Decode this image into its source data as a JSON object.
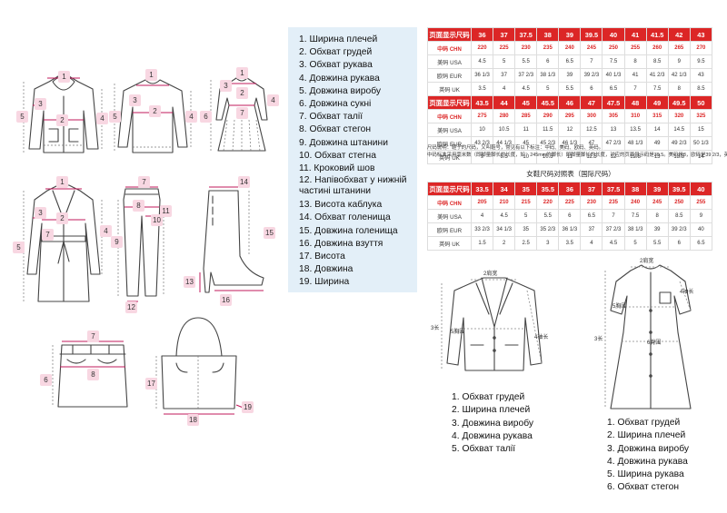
{
  "legend": {
    "items": [
      "1. Ширина плечей",
      "2. Обхват грудей",
      "3. Обхват рукава",
      "4. Довжина рукава",
      "5. Довжина виробу",
      "6. Довжина сукні",
      "7. Обхват талії",
      "8. Обхват стегон",
      "9. Довжина штанини",
      "10. Обхват стегна",
      "11. Кроковий шов",
      "12. Напівобхват у нижній частині штанини",
      "13. Висота каблука",
      "14. Обхват голенища",
      "15. Довжина голенища",
      "16. Довжина взуття",
      "17. Висота",
      "18. Довжина",
      "19. Ширина"
    ]
  },
  "badges": {
    "hoodie": [
      "1",
      "2",
      "3",
      "4",
      "5"
    ],
    "sweater": [
      "1",
      "2",
      "3",
      "4",
      "5"
    ],
    "dress": [
      "1",
      "2",
      "3",
      "4",
      "6",
      "7"
    ],
    "coat": [
      "1",
      "2",
      "3",
      "4",
      "5",
      "7"
    ],
    "pants": [
      "7",
      "8",
      "9",
      "10",
      "11",
      "12"
    ],
    "boot": [
      "13",
      "14",
      "15",
      "16"
    ],
    "skirt": [
      "6",
      "7",
      "8"
    ],
    "bag": [
      "17",
      "18",
      "19"
    ]
  },
  "men_table": {
    "header_label": "页面显示尺码",
    "sizes": [
      "36",
      "37",
      "37.5",
      "38",
      "39",
      "39.5",
      "40",
      "41",
      "41.5",
      "42",
      "43"
    ],
    "rows": [
      {
        "label": "中码 CHN",
        "values": [
          "220",
          "225",
          "230",
          "235",
          "240",
          "245",
          "250",
          "255",
          "260",
          "265",
          "270"
        ]
      },
      {
        "label": "美码 USA",
        "values": [
          "4.5",
          "5",
          "5.5",
          "6",
          "6.5",
          "7",
          "7.5",
          "8",
          "8.5",
          "9",
          "9.5"
        ]
      },
      {
        "label": "欧码 EUR",
        "values": [
          "36 1/3",
          "37",
          "37 2/3",
          "38 1/3",
          "39",
          "39 2/3",
          "40 1/3",
          "41",
          "41 2/3",
          "42 1/3",
          "43"
        ]
      },
      {
        "label": "英码 UK",
        "values": [
          "3.5",
          "4",
          "4.5",
          "5",
          "5.5",
          "6",
          "6.5",
          "7",
          "7.5",
          "8",
          "8.5"
        ]
      }
    ],
    "header_label2": "页面显示尺码",
    "sizes2": [
      "43.5",
      "44",
      "45",
      "45.5",
      "46",
      "47",
      "47.5",
      "48",
      "49",
      "49.5",
      "50"
    ],
    "rows2": [
      {
        "label": "中码 CHN",
        "values": [
          "275",
          "280",
          "285",
          "290",
          "295",
          "300",
          "305",
          "310",
          "315",
          "320",
          "325"
        ]
      },
      {
        "label": "美码 USA",
        "values": [
          "10",
          "10.5",
          "11",
          "11.5",
          "12",
          "12.5",
          "13",
          "13.5",
          "14",
          "14.5",
          "15"
        ]
      },
      {
        "label": "欧码 EUR",
        "values": [
          "43 2/3",
          "44 1/3",
          "45",
          "45 2/3",
          "46 1/3",
          "47",
          "47 2/3",
          "48 1/3",
          "49",
          "49 2/3",
          "50 1/3"
        ]
      },
      {
        "label": "英码 UK",
        "values": [
          "9",
          "9.5",
          "10",
          "10.5",
          "11",
          "11.5",
          "12",
          "12.5",
          "13",
          "13.5",
          "14"
        ]
      }
    ],
    "note1": "尺码说明：鞋子的尺码，又叫鞋号，常见有以下标注：中码、美码、欧码、英码。",
    "note2": "中码标准采用毫米数（即脚量脚长的长度，如：245mm的脚长）即脚量脚长的长度，对应的页面显示码是39.5。美码是8，欧码是39 2/3，英码是6"
  },
  "women_table": {
    "title": "女鞋尺码对照表（国际尺码）",
    "header_label": "页面显示尺码",
    "sizes": [
      "33.5",
      "34",
      "35",
      "35.5",
      "36",
      "37",
      "37.5",
      "38",
      "39",
      "39.5",
      "40"
    ],
    "rows": [
      {
        "label": "中码 CHN",
        "values": [
          "205",
          "210",
          "215",
          "220",
          "225",
          "230",
          "235",
          "240",
          "245",
          "250",
          "255"
        ]
      },
      {
        "label": "美码 USA",
        "values": [
          "4",
          "4.5",
          "5",
          "5.5",
          "6",
          "6.5",
          "7",
          "7.5",
          "8",
          "8.5",
          "9"
        ]
      },
      {
        "label": "欧码 EUR",
        "values": [
          "33 2/3",
          "34 1/3",
          "35",
          "35 2/3",
          "36 1/3",
          "37",
          "37 2/3",
          "38 1/3",
          "39",
          "39 2/3",
          "40"
        ]
      },
      {
        "label": "英码 UK",
        "values": [
          "1.5",
          "2",
          "2.5",
          "3",
          "3.5",
          "4",
          "4.5",
          "5",
          "5.5",
          "6",
          "6.5"
        ]
      }
    ]
  },
  "jacket": {
    "labels": {
      "shoulder": "2肩宽",
      "length": "3长",
      "sleeve": "4袖长",
      "bust": "5胸围"
    },
    "list": [
      "1. Обхват грудей",
      "2. Ширина плечей",
      "3. Довжина виробу",
      "4. Довжина рукава",
      "5. Обхват талії"
    ]
  },
  "robe": {
    "labels": {
      "shoulder": "2肩宽",
      "length": "3长",
      "sleeve": "4袖长",
      "bust": "5胸围",
      "hip": "6臀围"
    },
    "list": [
      "1. Обхват грудей",
      "2. Ширина плечей",
      "3. Довжина виробу",
      "4. Довжина рукава",
      "5. Ширина рукава",
      "6. Обхват стегон"
    ]
  }
}
